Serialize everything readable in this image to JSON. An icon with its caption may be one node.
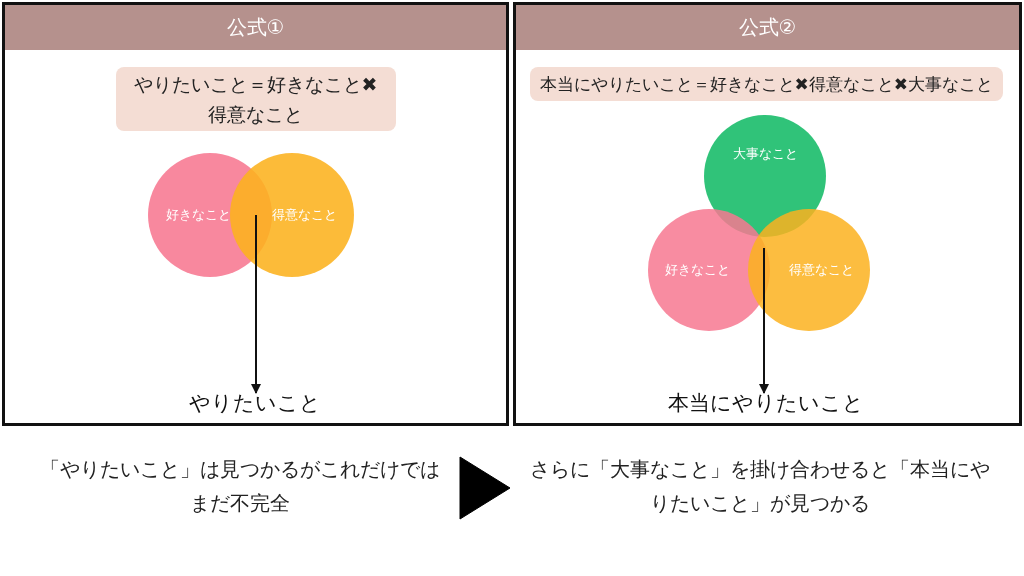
{
  "diagram": {
    "nodes": [
      {
        "text": [
          "公式①"
        ]
      },
      {
        "text": [
          "やりたいこと＝好きなこと✖得意なこと"
        ],
        "in": 0
      },
      {
        "text": [
          "好きなこと"
        ],
        "in": 0
      },
      {
        "text": [
          "得意なこと"
        ],
        "in": 0
      },
      {
        "text": [
          "やりたいこと"
        ],
        "in": 0
      },
      {
        "text": [
          "公式②"
        ]
      },
      {
        "text": [
          "本当にやりたいこと＝好きなこと✖得意なこと✖大事なこと"
        ],
        "in": 5
      },
      {
        "text": [
          "大事なこと"
        ],
        "in": 5
      },
      {
        "text": [
          "好きなこと"
        ],
        "in": 5
      },
      {
        "text": [
          "得意なこと"
        ],
        "in": 5
      },
      {
        "text": [
          "本当にやりたいこと"
        ],
        "in": 5
      },
      {
        "text": [
          "「やりたいこと」は見つかるがこれだけではまだ不完全"
        ]
      },
      {
        "text": [
          "さらに「大事なこと」を掛け合わせると「本当にやりたいこと」が見つかる"
        ]
      }
    ],
    "edges": [
      {
        "from": 2,
        "to": 4,
        "arrow": "to"
      },
      {
        "from": 3,
        "to": 4,
        "arrow": "to"
      },
      {
        "from": 8,
        "to": 10,
        "arrow": "to"
      },
      {
        "from": 9,
        "to": 10,
        "arrow": "to"
      },
      {
        "from": 11,
        "to": 12,
        "arrow": "to"
      }
    ]
  }
}
